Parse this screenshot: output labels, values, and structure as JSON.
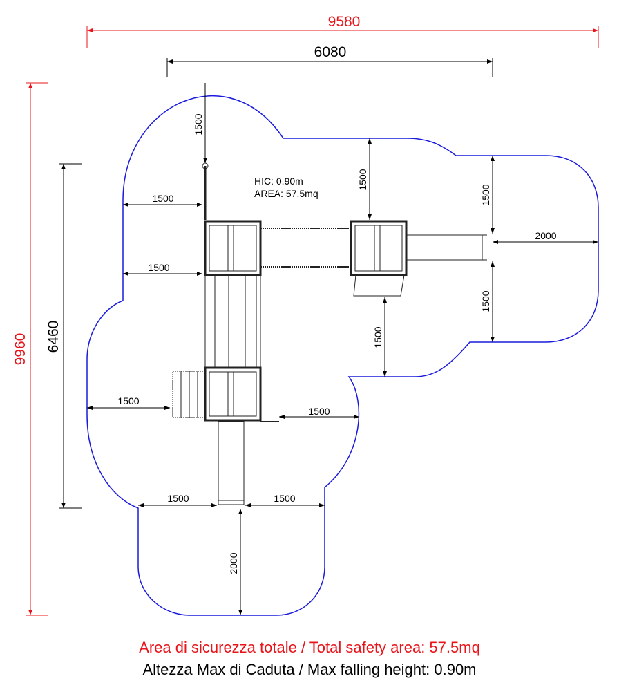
{
  "overall": {
    "width": "9580",
    "height": "9960",
    "color": "#e8141a"
  },
  "structure": {
    "width": "6080",
    "height": "6460"
  },
  "notes": {
    "hic": "HIC: 0.90m",
    "area": "AREA: 57.5mq"
  },
  "clearances": {
    "top_vertical": "1500",
    "left_upper": "1500",
    "left_mid": "1500",
    "bridge_top": "1500",
    "right_top": "1500",
    "right_slide": "2000",
    "right_bottom": "1500",
    "right_mid": "1500",
    "left_lower": "1500",
    "mid_right": "1500",
    "bottom_left": "1500",
    "bottom_right": "1500",
    "bottom_vertical": "2000"
  },
  "captions": {
    "total_area": "Area di sicurezza totale / Total safety area: 57.5mq",
    "max_height": "Altezza Max di Caduta / Max falling height: 0.90m"
  },
  "colors": {
    "safety_outline": "#1a1adc",
    "dimension": "#000000"
  }
}
